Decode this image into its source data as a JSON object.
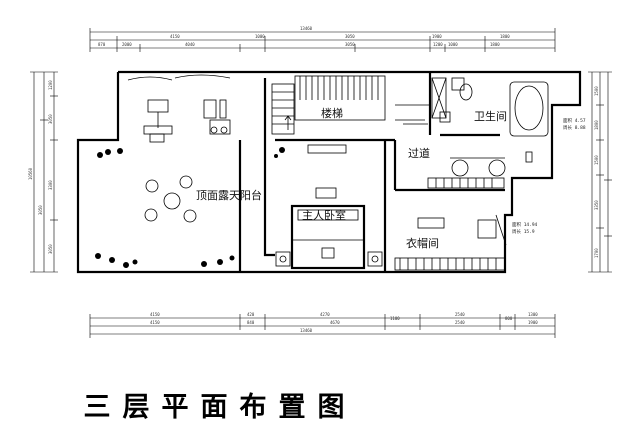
{
  "title": "三层平面布置图",
  "rooms": {
    "terrace": "顶面露天阳台",
    "stairs": "楼梯",
    "bathroom": "卫生间",
    "corridor": "过道",
    "master_bedroom": "主人卧室",
    "closet": "衣帽间"
  },
  "dimensions": {
    "top_total": "13460",
    "top_row": [
      "4150",
      "1000",
      "3050",
      "1900",
      "1800"
    ],
    "top_detail": [
      "870",
      "2000",
      "4040",
      "3050",
      "1200",
      "1000",
      "1800"
    ],
    "bottom_row": [
      "4150",
      "420",
      "4270",
      "1100",
      "2540",
      "1300"
    ],
    "bottom_detail": [
      "4150",
      "840",
      "4670",
      "800",
      "2540",
      "1900"
    ],
    "bottom_total": "13460",
    "left_side": [
      "1200",
      "3050",
      "3300",
      "3050"
    ],
    "left_total": "10560",
    "right_side": [
      "1500",
      "1800",
      "1500",
      "3350",
      "1700"
    ]
  },
  "notes": {
    "bath_note": [
      "面积 4.57",
      "周长 8.88"
    ],
    "closet_note": [
      "面积 14.94",
      "周长 15.9"
    ]
  }
}
